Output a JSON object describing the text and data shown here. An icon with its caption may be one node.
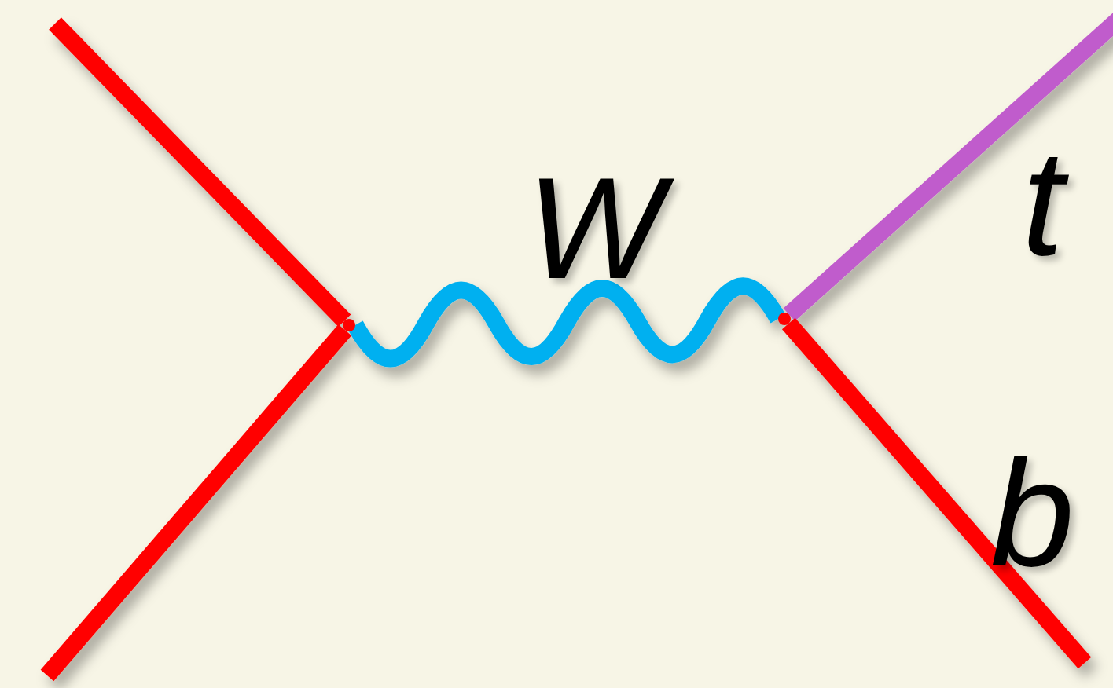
{
  "diagram": {
    "nodes": [
      {
        "text": [],
        "shape": "point"
      },
      {
        "text": [],
        "shape": "point"
      }
    ],
    "edges": [
      {
        "from": null,
        "to": 0,
        "arrow": "none"
      },
      {
        "from": null,
        "to": 0,
        "arrow": "none"
      },
      {
        "from": 0,
        "to": 1,
        "arrow": "none",
        "label": "W",
        "color": "#00b0f0"
      },
      {
        "from": 1,
        "to": null,
        "arrow": "none",
        "color": "#c05ccc"
      },
      {
        "from": 1,
        "to": null,
        "arrow": "none"
      }
    ],
    "labels": [
      "t",
      "b"
    ]
  }
}
